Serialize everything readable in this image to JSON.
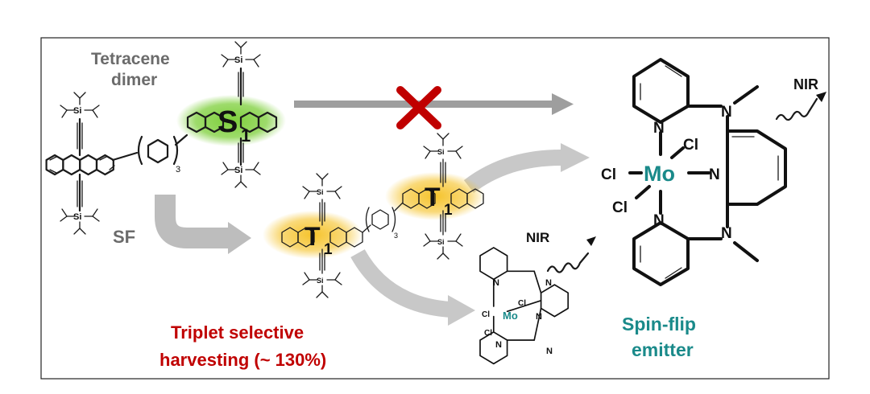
{
  "labels": {
    "tetracene_line1": "Tetracene",
    "tetracene_line2": "dimer",
    "sf": "SF",
    "s1_letter": "S",
    "s1_sub": "1",
    "t1_letter": "T",
    "t1_sub": "1",
    "repeat_sub": "3",
    "triplet_line1": "Triplet selective",
    "triplet_line2": "harvesting (~ 130%)",
    "spin_line1": "Spin-flip",
    "spin_line2": "emitter",
    "nir": "NIR",
    "si": "Si"
  },
  "atoms": {
    "mo": "Mo",
    "cl": "Cl",
    "n": "N"
  },
  "colors": {
    "red_text": "#c00000",
    "teal_text": "#1a8a8a",
    "gray_text": "#6b6b6b",
    "s1_glow": "#7dcf3a",
    "t1_glow": "#f5c020",
    "arrow_gray": "#bdbdbd",
    "cross_red": "#c00000"
  }
}
